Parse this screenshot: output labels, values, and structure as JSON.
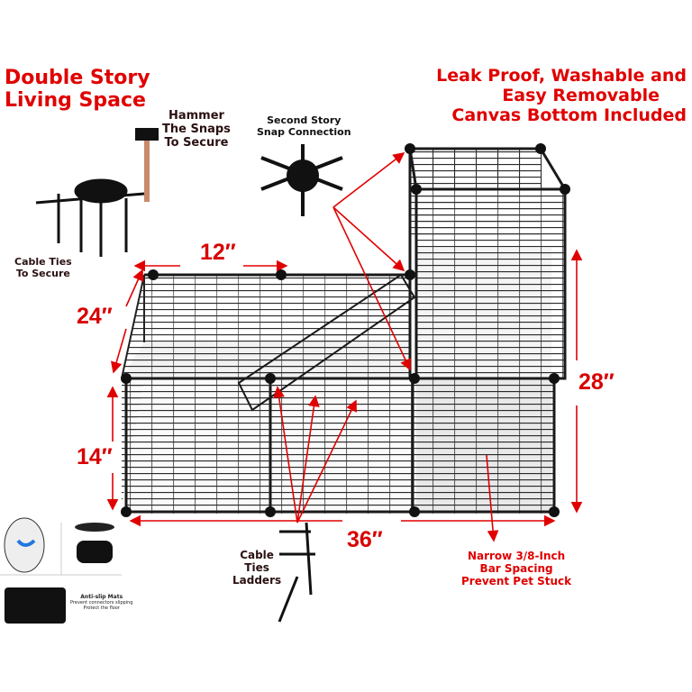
{
  "headline_left": [
    "Double Story",
    "Living Space"
  ],
  "headline_right": [
    "Leak Proof, Washable and",
    "Easy Removable",
    "Canvas Bottom Included"
  ],
  "callouts": {
    "hammer": [
      "Hammer",
      "The Snaps",
      "To Secure"
    ],
    "snap": [
      "Second Story",
      "Snap Connection"
    ],
    "cable_ties": [
      "Cable Ties",
      "To Secure"
    ],
    "ladders": [
      "Cable",
      "Ties",
      "Ladders"
    ],
    "spacing": [
      "Narrow 3/8-Inch",
      "Bar Spacing",
      "Prevent Pet Stuck"
    ],
    "mats": [
      "Anti-slip Mats",
      "Prevent connectors slipping",
      "Protect the floor"
    ]
  },
  "dimensions": {
    "width_panel": "12″",
    "depth": "24″",
    "height_low": "14″",
    "height_total": "28″",
    "length": "36″"
  },
  "colors": {
    "accent": "#e00000",
    "wire": "#222222"
  }
}
